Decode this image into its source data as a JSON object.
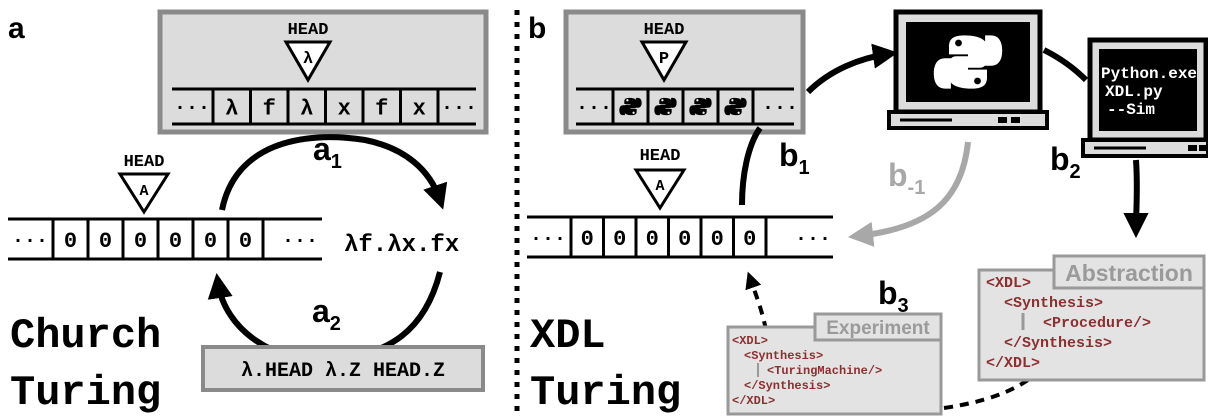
{
  "panel_a": {
    "label": "a",
    "lambda_tape": {
      "head_label": "HEAD",
      "head_symbol": "λ",
      "ellipsis": "···",
      "cells": [
        "λ",
        "f",
        "λ",
        "x",
        "f",
        "x"
      ]
    },
    "binary_tape": {
      "head_label": "HEAD",
      "head_symbol": "A",
      "ellipsis": "···",
      "cells": [
        "0",
        "0",
        "0",
        "0",
        "0",
        "0"
      ]
    },
    "arrow_a1": {
      "base": "a",
      "sub": "1"
    },
    "arrow_a2": {
      "base": "a",
      "sub": "2"
    },
    "expression": "λf.λx.fx",
    "program": "λ.HEAD λ.Z HEAD.Z",
    "title_line1": "Church",
    "title_line2": "Turing"
  },
  "panel_b": {
    "label": "b",
    "python_tape": {
      "head_label": "HEAD",
      "head_symbol": "P",
      "ellipsis": "···",
      "cells": [
        "python-logo-fragment-1",
        "python-logo-fragment-2",
        "python-logo",
        "python-logo-fragment-3"
      ]
    },
    "binary_tape": {
      "head_label": "HEAD",
      "head_symbol": "A",
      "ellipsis": "···",
      "cells": [
        "0",
        "0",
        "0",
        "0",
        "0",
        "0"
      ]
    },
    "arrow_b1": {
      "base": "b",
      "sub": "1"
    },
    "arrow_bm1": {
      "base": "b",
      "sub": "-1"
    },
    "arrow_b2": {
      "base": "b",
      "sub": "2"
    },
    "arrow_b3": {
      "base": "b",
      "sub": "3"
    },
    "terminal_lines": [
      "Python.exe",
      "XDL.py",
      "--Sim"
    ],
    "experiment_box": {
      "tag": "Experiment",
      "lines": [
        "<XDL>",
        "<Synthesis>",
        "<TuringMachine/>",
        "</Synthesis>",
        "</XDL>"
      ]
    },
    "abstraction_box": {
      "tag": "Abstraction",
      "lines": [
        "<XDL>",
        "<Synthesis>",
        "<Procedure/>",
        "</Synthesis>",
        "</XDL>"
      ]
    },
    "title_line1": "XDL",
    "title_line2": "Turing"
  },
  "colors": {
    "box_fill": "#dcdcdc",
    "box_stroke": "#8a8a8a",
    "xml_tag": "#8b2f2f",
    "muted_arrow": "#a8a8a8",
    "ink": "#000000"
  }
}
